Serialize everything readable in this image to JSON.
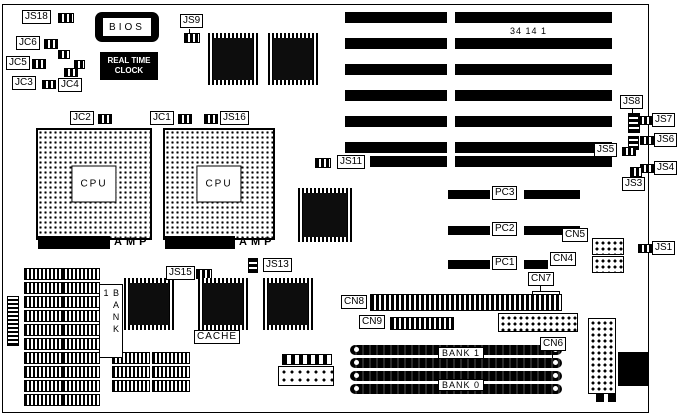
{
  "board": {
    "part_number": "34 14 1"
  },
  "chips": {
    "bios_label": "BIOS",
    "rtc_line1": "REAL TIME",
    "rtc_line2": "CLOCK",
    "cpu_label": "CPU",
    "amp_label": "AMP",
    "cache_label": "CACHE"
  },
  "jumpers": {
    "js18": "JS18",
    "jc6": "JC6",
    "jc5": "JC5",
    "jc3": "JC3",
    "jc4": "JC4",
    "js9": "JS9",
    "jc2": "JC2",
    "jc1": "JC1",
    "js16": "JS16",
    "js11": "JS11",
    "js8": "JS8",
    "js7": "JS7",
    "js6": "JS6",
    "js5": "JS5",
    "js4": "JS4",
    "js3": "JS3",
    "js1": "JS1",
    "js15": "JS15",
    "js13": "JS13"
  },
  "connectors": {
    "pc3": "PC3",
    "pc2": "PC2",
    "pc1": "PC1",
    "cn4": "CN4",
    "cn5": "CN5",
    "cn6": "CN6",
    "cn7": "CN7",
    "cn8": "CN8",
    "cn9": "CN9"
  },
  "memory": {
    "bank1_label": "BANK 1",
    "bank0_label": "BANK 0",
    "bank_side_label": "BANK 1"
  }
}
